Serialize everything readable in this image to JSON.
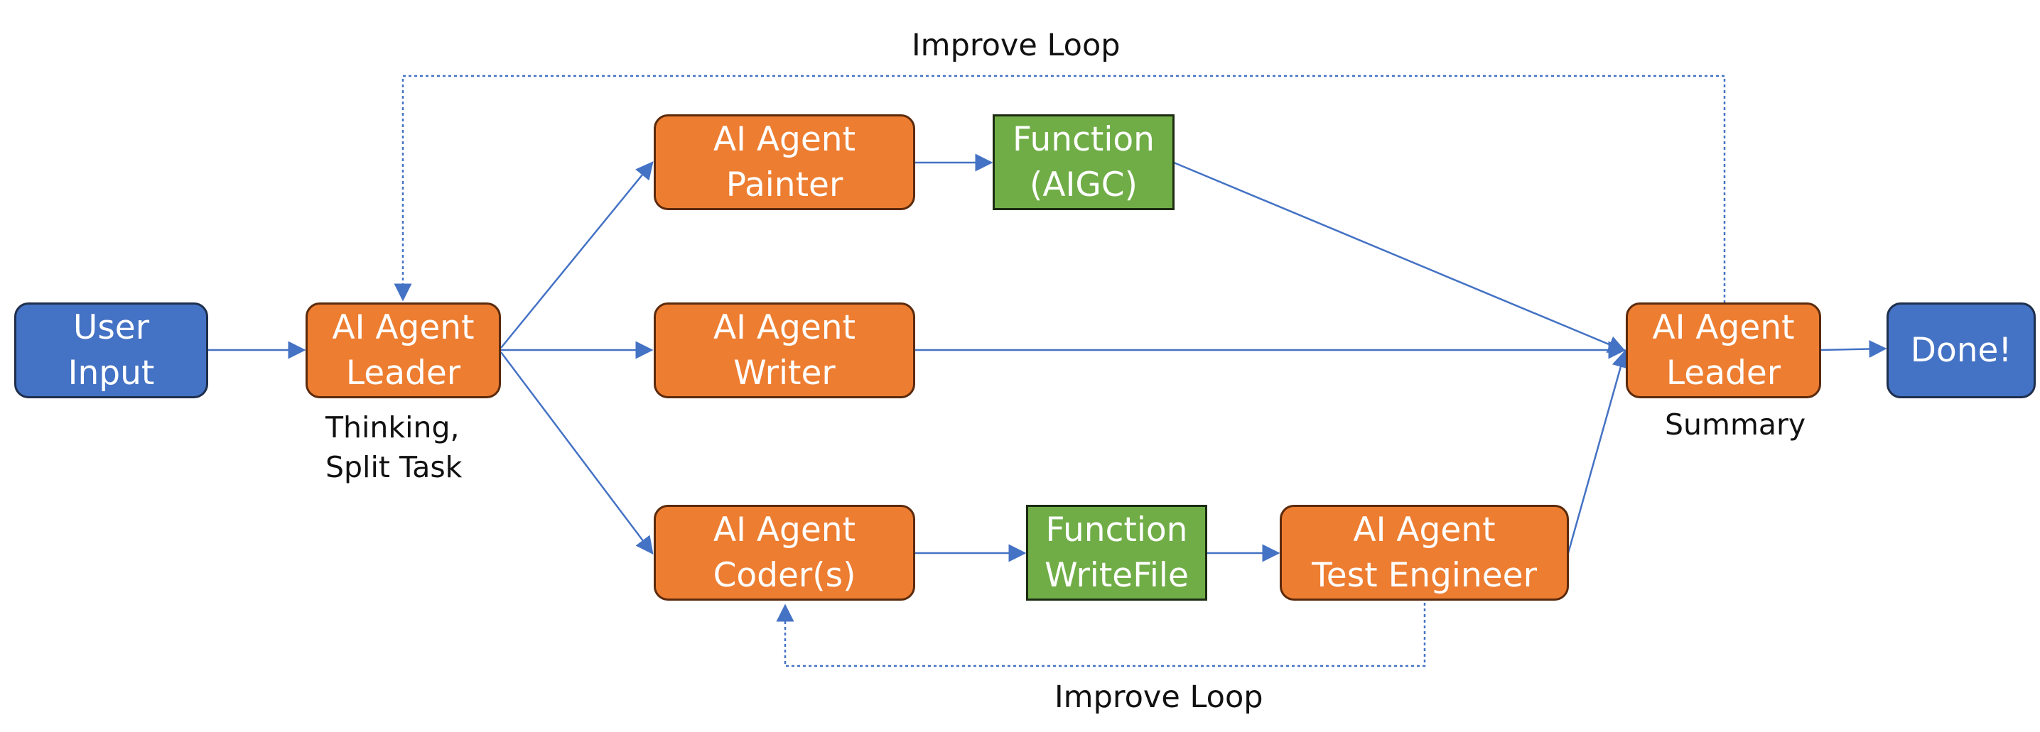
{
  "colors": {
    "agent": "#ED7D31",
    "io": "#4472C4",
    "function": "#70AD47",
    "arrow": "#4472C4"
  },
  "nodes": {
    "user_input": {
      "line1": "User",
      "line2": "Input"
    },
    "leader_start": {
      "line1": "AI Agent",
      "line2": "Leader"
    },
    "painter": {
      "line1": "AI Agent",
      "line2": "Painter"
    },
    "function_aigc": {
      "line1": "Function",
      "line2": "(AIGC)"
    },
    "writer": {
      "line1": "AI Agent",
      "line2": "Writer"
    },
    "coders": {
      "line1": "AI Agent",
      "line2": "Coder(s)"
    },
    "function_writefile": {
      "line1": "Function",
      "line2": "WriteFile"
    },
    "test_engineer": {
      "line1": "AI Agent",
      "line2": "Test Engineer"
    },
    "leader_end": {
      "line1": "AI Agent",
      "line2": "Leader"
    },
    "done": {
      "label": "Done!"
    }
  },
  "captions": {
    "leader_start": {
      "line1": "Thinking,",
      "line2": "Split Task"
    },
    "leader_end": {
      "line1": "Summary"
    }
  },
  "loops": {
    "top": "Improve Loop",
    "bottom": "Improve Loop"
  }
}
